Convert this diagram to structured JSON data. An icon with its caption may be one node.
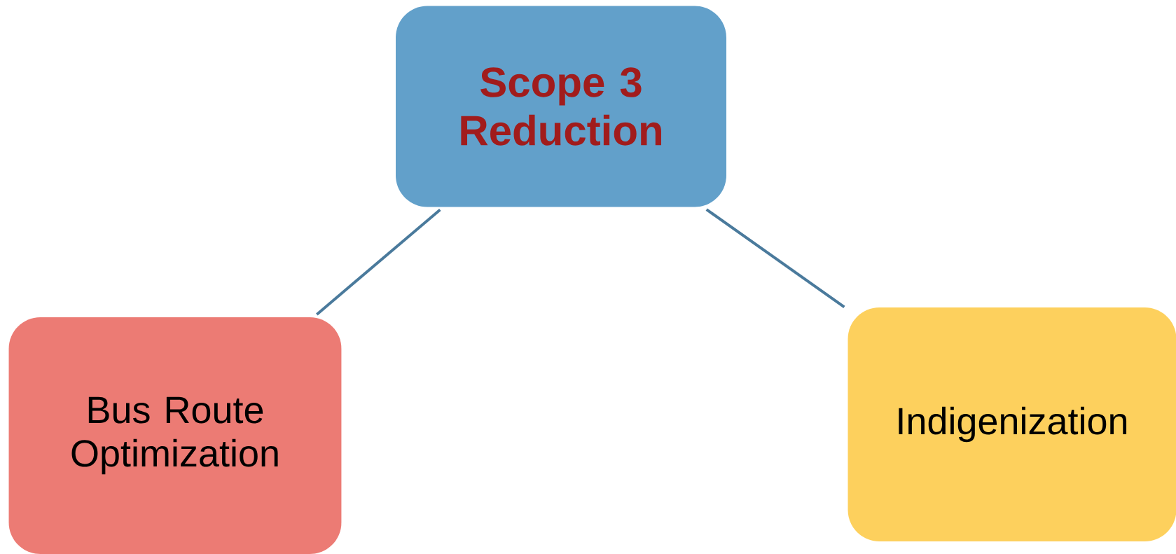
{
  "diagram": {
    "nodes": [
      {
        "text": [
          "Scope 3 Reduction"
        ]
      },
      {
        "text": [
          "Bus Route Optimization"
        ]
      },
      {
        "text": [
          "Indigenization"
        ]
      }
    ],
    "edges": [
      {
        "from": 0,
        "to": 1,
        "arrow": "none"
      },
      {
        "from": 0,
        "to": 2,
        "arrow": "none"
      }
    ]
  }
}
